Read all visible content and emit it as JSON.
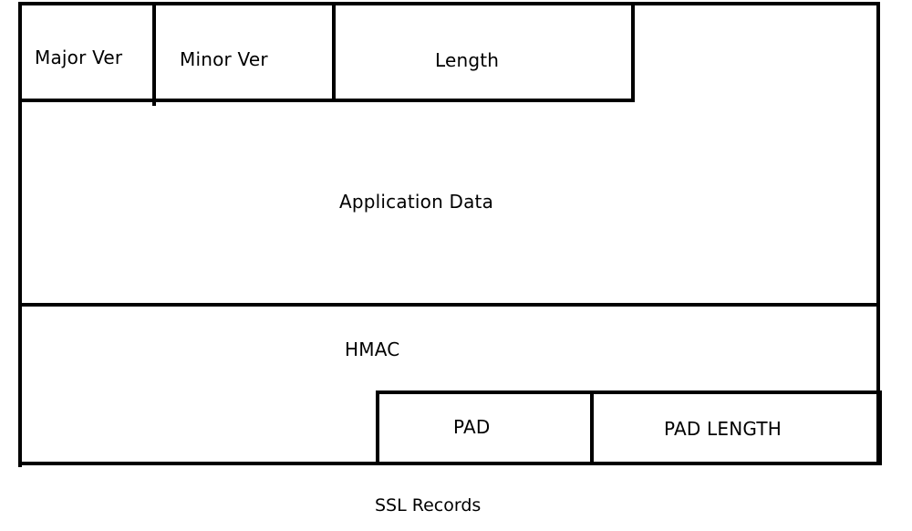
{
  "record": {
    "fields": {
      "major_ver": "Major Ver",
      "minor_ver": "Minor Ver",
      "length": "Length",
      "application_data": "Application Data",
      "hmac": "HMAC",
      "pad": "PAD",
      "pad_length": "PAD LENGTH"
    },
    "caption": "SSL Records"
  }
}
